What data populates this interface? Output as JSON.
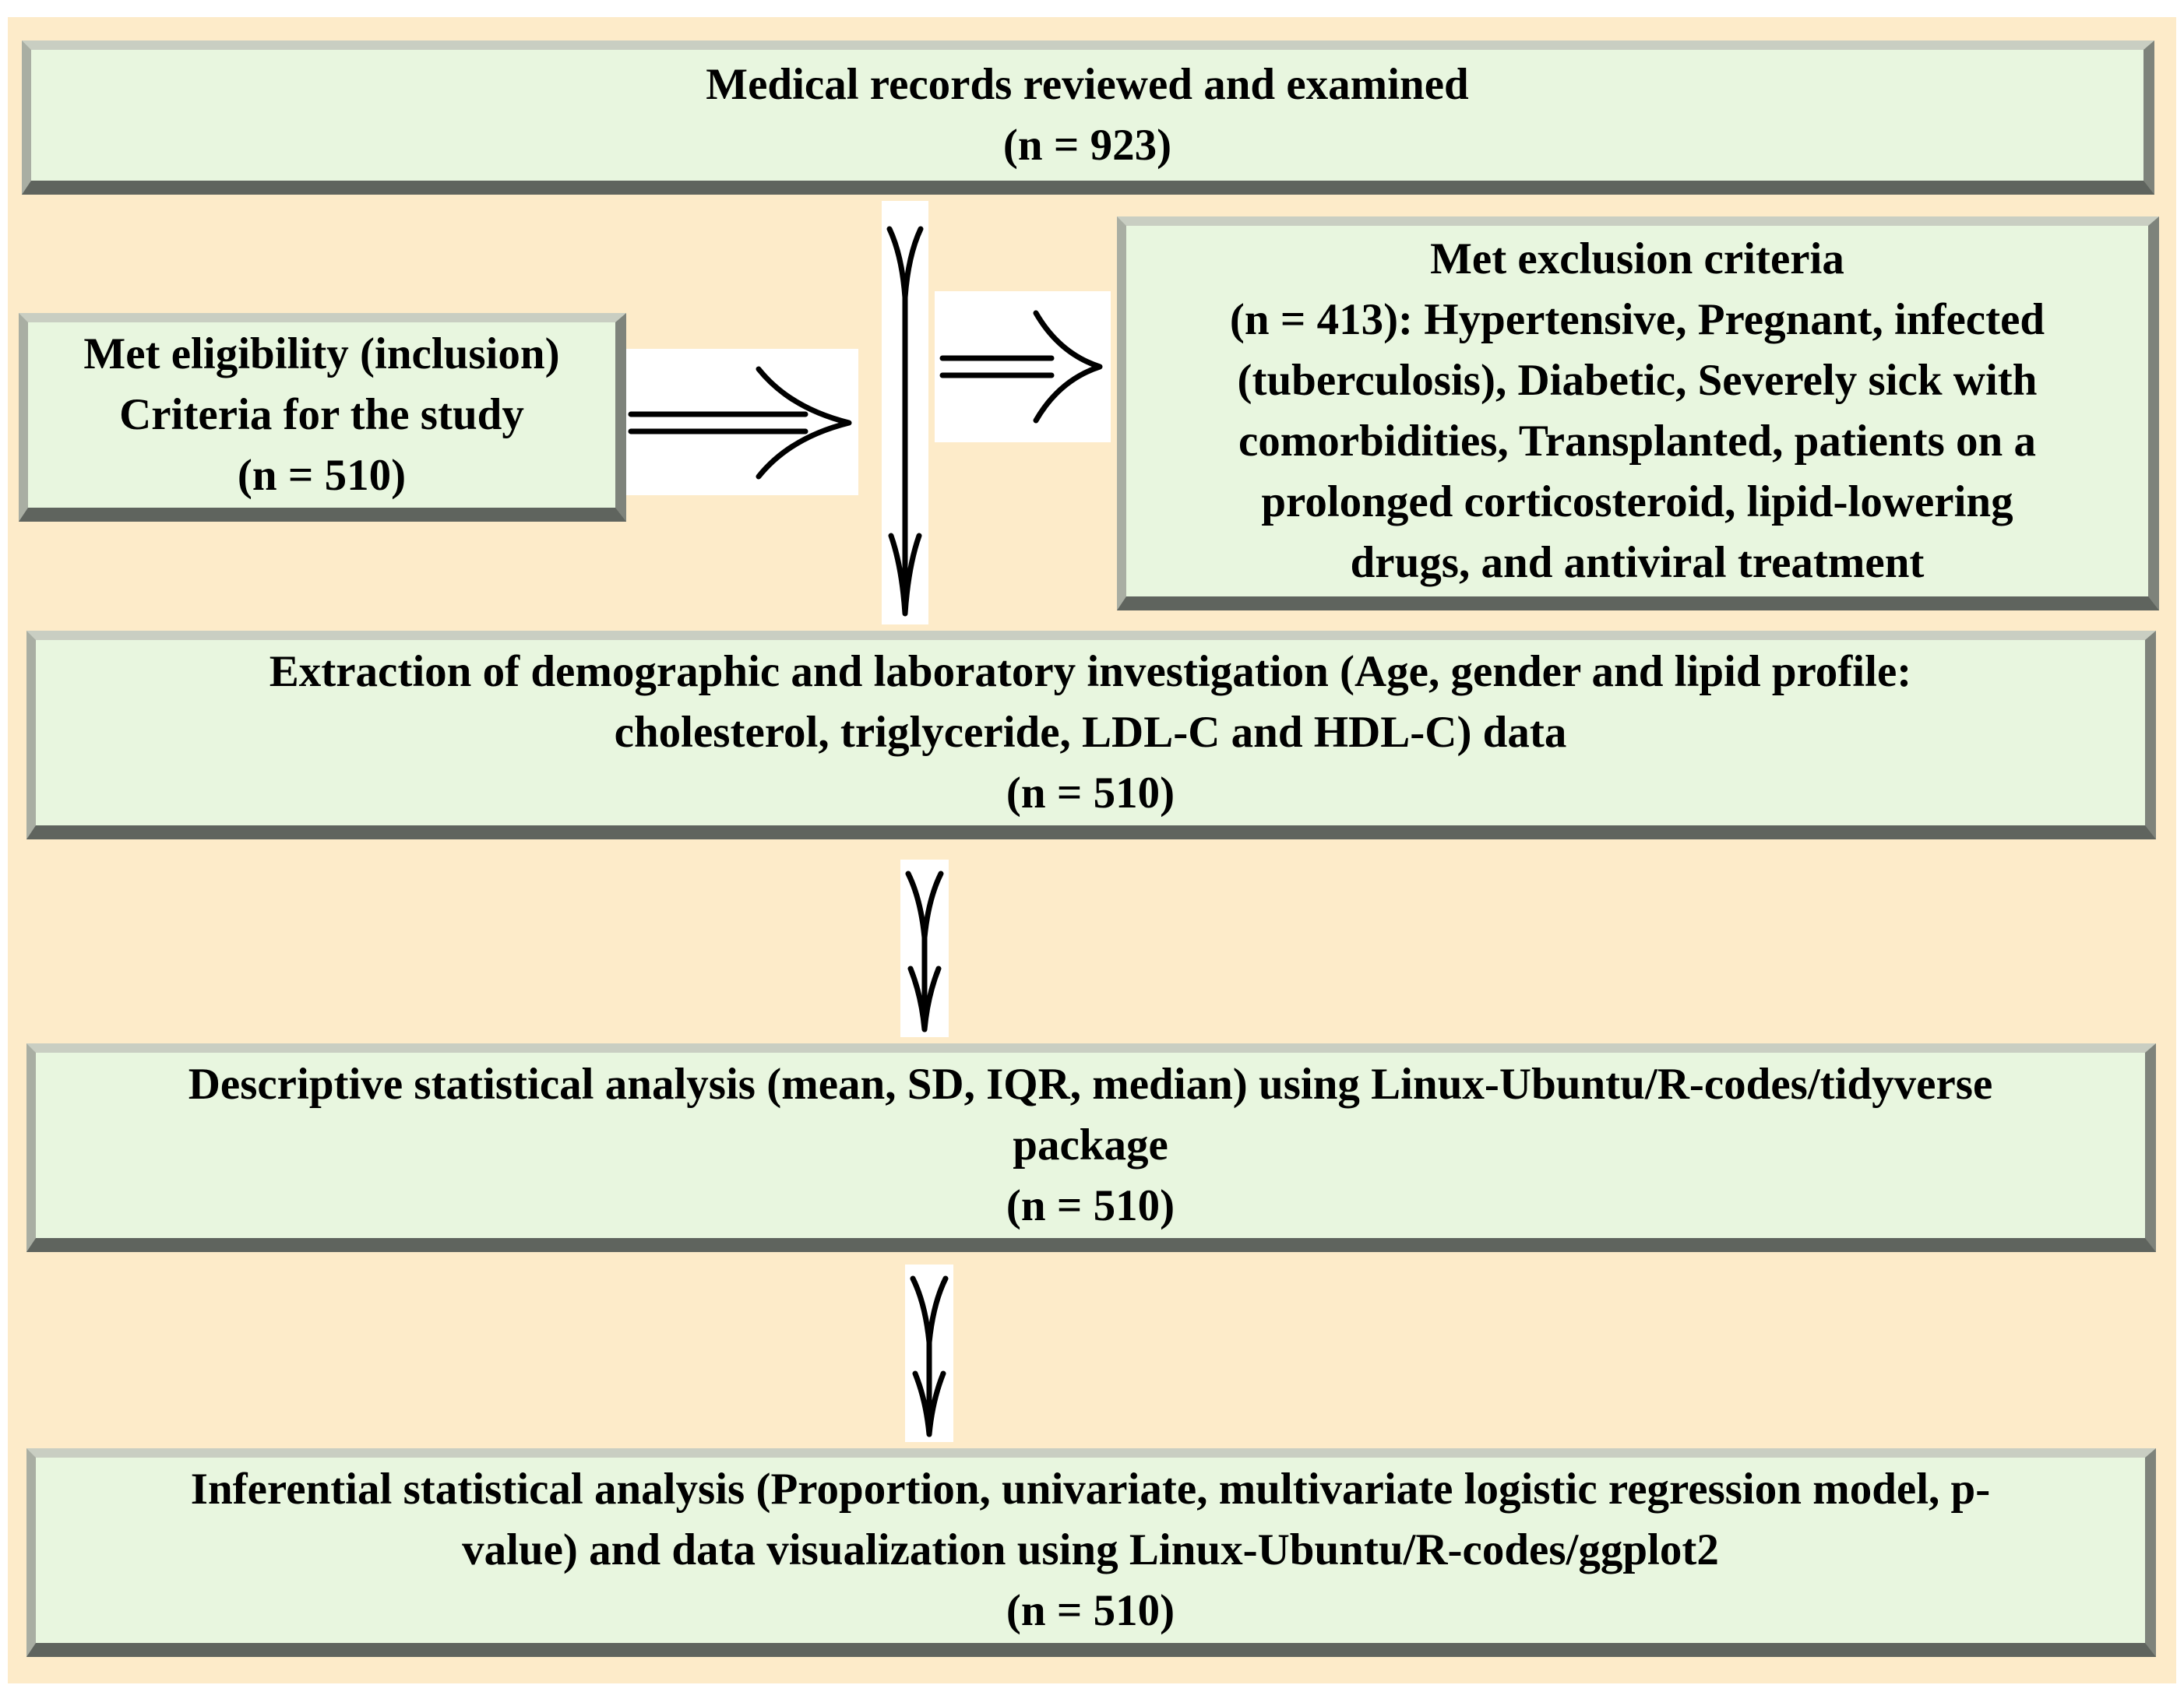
{
  "boxes": {
    "records": {
      "lines": [
        "Medical records reviewed and examined",
        "(n = 923)"
      ]
    },
    "eligible": {
      "lines": [
        "Met eligibility (inclusion)",
        "Criteria for the study",
        "(n = 510)"
      ]
    },
    "exclusion": {
      "lines": [
        "Met exclusion criteria",
        "(n = 413): Hypertensive, Pregnant, infected",
        "(tuberculosis), Diabetic, Severely sick with",
        "comorbidities, Transplanted, patients on a",
        "prolonged corticosteroid,  lipid-lowering",
        "drugs, and antiviral treatment"
      ]
    },
    "extraction": {
      "lines": [
        "Extraction of demographic and laboratory investigation (Age, gender and lipid profile:",
        "cholesterol, triglyceride, LDL-C and HDL-C) data",
        "(n = 510)"
      ]
    },
    "descriptive": {
      "lines": [
        "Descriptive statistical analysis (mean, SD, IQR, median) using Linux-Ubuntu/R-codes/tidyverse",
        "package",
        "(n = 510)"
      ]
    },
    "inferential": {
      "lines": [
        "Inferential statistical analysis (Proportion, univariate, multivariate logistic regression model, p-",
        "value) and data visualization using Linux-Ubuntu/R-codes/ggplot2",
        "(n = 510)"
      ]
    }
  },
  "colors": {
    "background": "#fdebc9",
    "box_fill": "#e8f6df",
    "box_shadow": "#5f645e",
    "arrow": "#000000"
  }
}
